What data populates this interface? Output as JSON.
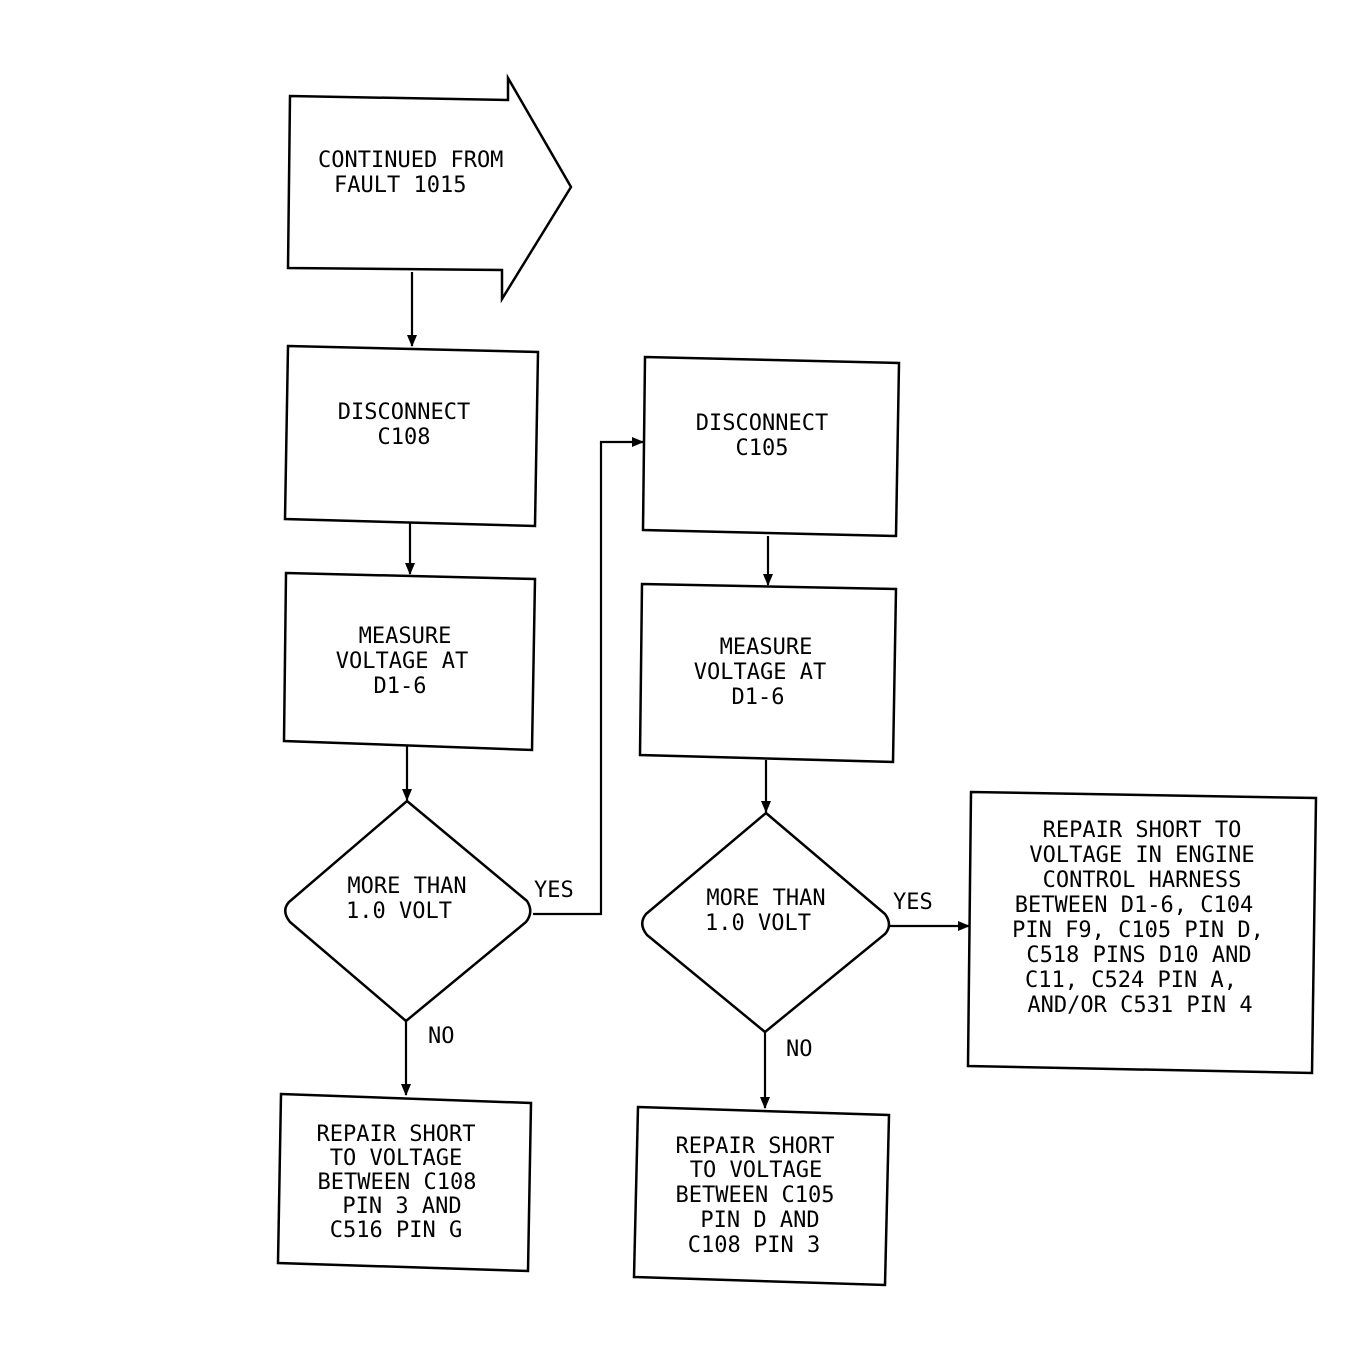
{
  "start": {
    "lines": [
      "CONTINUED FROM",
      "FAULT 1015"
    ]
  },
  "left": {
    "disconnect": [
      "DISCONNECT",
      "C108"
    ],
    "measure": [
      "MEASURE",
      "VOLTAGE AT",
      "D1-6"
    ],
    "decision": [
      "MORE THAN",
      "1.0 VOLT"
    ],
    "yes_label": "YES",
    "no_label": "NO",
    "repair": [
      "REPAIR SHORT",
      "TO VOLTAGE",
      "BETWEEN C108",
      "PIN 3 AND",
      "C516 PIN G"
    ]
  },
  "middle": {
    "disconnect": [
      "DISCONNECT",
      "C105"
    ],
    "measure": [
      "MEASURE",
      "VOLTAGE AT",
      "D1-6"
    ],
    "decision": [
      "MORE THAN",
      "1.0 VOLT"
    ],
    "yes_label": "YES",
    "no_label": "NO",
    "repair": [
      "REPAIR SHORT",
      "TO VOLTAGE",
      "BETWEEN C105",
      "PIN D AND",
      "C108 PIN 3"
    ]
  },
  "right": {
    "repair": [
      "REPAIR SHORT TO",
      "VOLTAGE IN ENGINE",
      "CONTROL HARNESS",
      "BETWEEN D1-6, C104",
      "PIN F9, C105 PIN D,",
      "C518 PINS D10 AND",
      "C11, C524 PIN A,",
      "AND/OR C531 PIN 4"
    ]
  }
}
